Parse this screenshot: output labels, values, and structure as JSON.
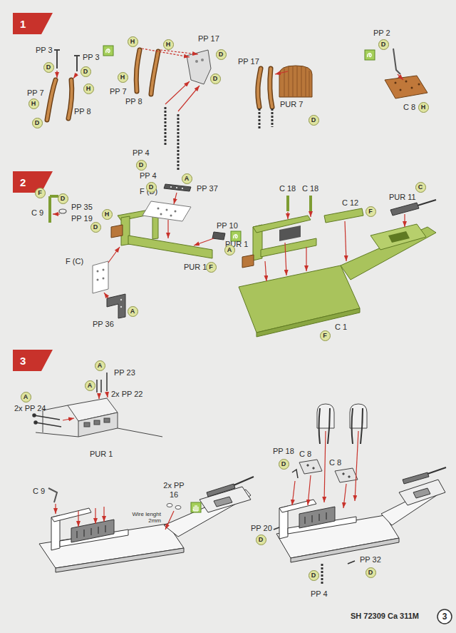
{
  "diagram": {
    "nodes": [
      {
        "text": [
          "1"
        ]
      },
      {
        "text": [
          "D"
        ]
      },
      {
        "text": [
          "D"
        ]
      },
      {
        "text": [
          "H"
        ]
      },
      {
        "text": [
          "H"
        ]
      },
      {
        "text": [
          "D"
        ]
      },
      {
        "text": [
          "H"
        ]
      },
      {
        "text": [
          "H"
        ]
      },
      {
        "text": [
          "D"
        ]
      },
      {
        "text": [
          "D"
        ]
      },
      {
        "text": [
          "H"
        ]
      },
      {
        "text": [
          "D"
        ]
      },
      {
        "text": [
          "D"
        ]
      },
      {
        "text": [
          "D"
        ]
      },
      {
        "text": [
          "D"
        ]
      },
      {
        "text": [
          "H"
        ]
      },
      {
        "text": [
          "2"
        ]
      },
      {
        "text": [
          "F"
        ]
      },
      {
        "text": [
          "D"
        ]
      },
      {
        "text": [
          "H"
        ]
      },
      {
        "text": [
          "D"
        ]
      },
      {
        "text": [
          "A"
        ]
      },
      {
        "text": [
          "A"
        ]
      },
      {
        "text": [
          "F"
        ]
      },
      {
        "text": [
          "A"
        ]
      },
      {
        "text": [
          "F"
        ]
      },
      {
        "text": [
          "C"
        ]
      },
      {
        "text": [
          "F"
        ]
      },
      {
        "text": [
          "3"
        ]
      },
      {
        "text": [
          "A"
        ]
      },
      {
        "text": [
          "A"
        ]
      },
      {
        "text": [
          "A"
        ]
      },
      {
        "text": [
          "D"
        ]
      },
      {
        "text": [
          "D"
        ]
      },
      {
        "text": [
          "D"
        ]
      },
      {
        "text": [
          "D"
        ]
      },
      {
        "text": [
          "3"
        ]
      }
    ],
    "labels": [
      "PP 3",
      "PP 3",
      "PP 7",
      "PP 8",
      "PP 7",
      "PP 8",
      "PP 17",
      "PP 4",
      "PP 4",
      "PP 17",
      "PUR 7",
      "PP 2",
      "C 8",
      "C 9",
      "PP 35",
      "PP 19",
      "F (D)",
      "PP 37",
      "PP 10",
      "F (C)",
      "PUR 1",
      "PP 36",
      "C 18",
      "C 18",
      "C 12",
      "PUR 11",
      "PUR 1",
      "C 1",
      "PP 23",
      "2x PP 22",
      "2x PP 24",
      "PUR 1",
      "C 9",
      "2x PP 16",
      "Wire lenght 2mm",
      "PP 18",
      "C 8",
      "C 8",
      "PP 20",
      "PP 32",
      "PP 4",
      "SH 72309 Ca 311M"
    ]
  }
}
